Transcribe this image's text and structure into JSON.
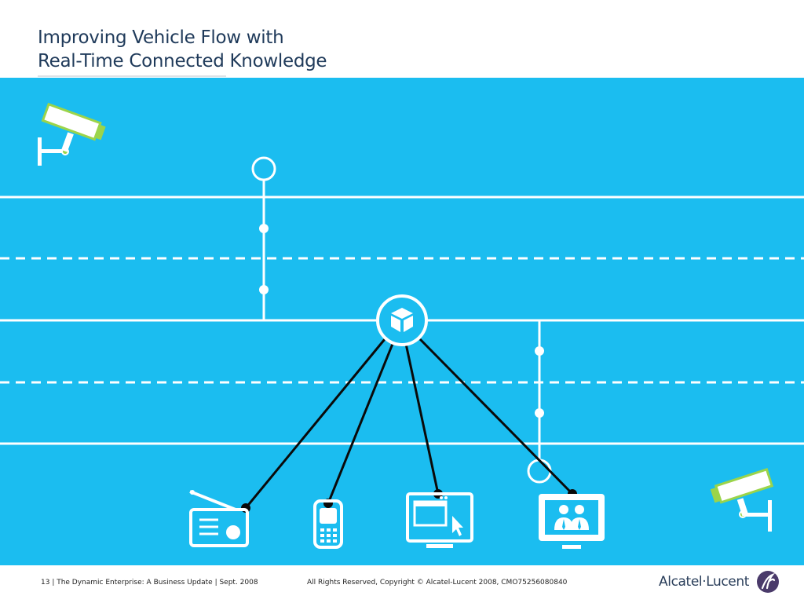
{
  "slide": {
    "title_line1": "Improving Vehicle Flow with",
    "title_line2": "Real-Time Connected Knowledge"
  },
  "colors": {
    "background_band": "#1bbdf0",
    "road_lines": "#ffffff",
    "connector_lines": "#0a0a0a",
    "camera_accent": "#9bd44a",
    "title_text": "#1f3a5a"
  },
  "diagram": {
    "elements": [
      "camera-icon",
      "sensor-pole",
      "hub-cube-icon",
      "radio-icon",
      "mobile-phone-icon",
      "computer-monitor-icon",
      "tv-people-icon"
    ]
  },
  "footer": {
    "left_text": "13 | The Dynamic Enterprise: A Business Update | Sept.  2008",
    "center_text": "All Rights Reserved, Copyright © Alcatel-Lucent 2008, CMO75256080840",
    "logo_text": "Alcatel·Lucent"
  }
}
